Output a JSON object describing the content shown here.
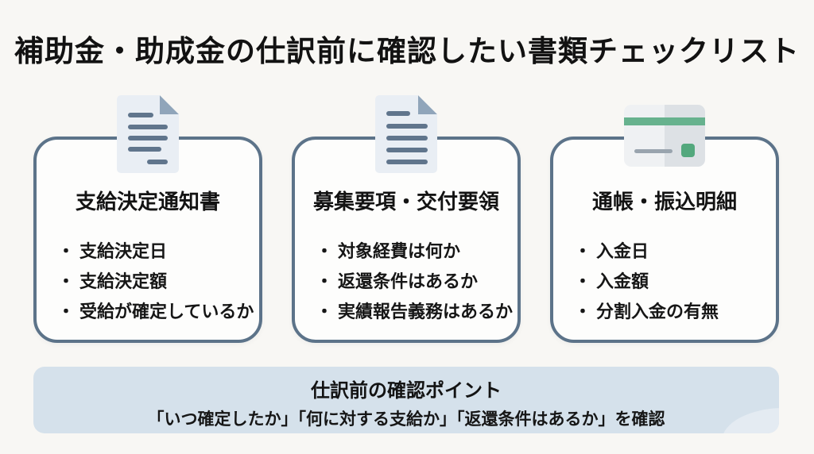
{
  "page": {
    "title": "補助金・助成金の仕訳前に確認したい書類チェックリスト"
  },
  "ui": {
    "bullet": "・"
  },
  "colors": {
    "page_background": "#f8f7f4",
    "card_border": "#5c7389",
    "card_background": "#fdfdfc",
    "doc_icon_body": "#e9eef4",
    "doc_icon_fold": "#90a5ba",
    "doc_icon_lines": "#60758c",
    "bank_icon_left": "#eff1f3",
    "bank_icon_right": "#dde1e5",
    "bank_icon_stripe": "#67b28e",
    "bank_icon_chip": "#53a87d",
    "footer_background": "#d5e1eb",
    "text": "#141414"
  },
  "cards": [
    {
      "icon": "document-icon",
      "title": "支給決定通知書",
      "items": [
        "支給決定日",
        "支給決定額",
        "受給が確定しているか"
      ]
    },
    {
      "icon": "document-icon",
      "title": "募集要項・交付要領",
      "items": [
        "対象経費は何か",
        "返還条件はあるか",
        "実績報告義務はあるか"
      ]
    },
    {
      "icon": "bankbook-card-icon",
      "title": "通帳・振込明細",
      "items": [
        "入金日",
        "入金額",
        "分割入金の有無"
      ]
    }
  ],
  "footer": {
    "title": "仕訳前の確認ポイント",
    "subtitle": "「いつ確定したか」「何に対する支給か」「返還条件はあるか」を確認"
  }
}
